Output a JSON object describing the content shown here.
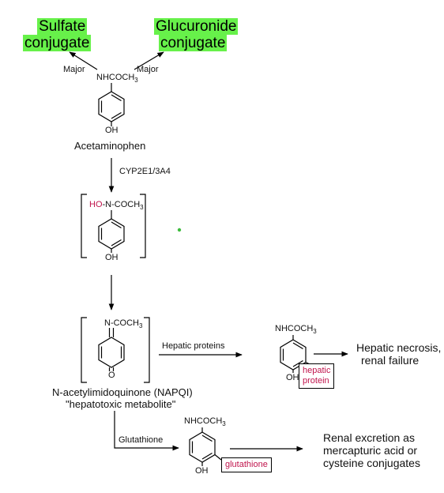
{
  "conjugates": {
    "sulfate": [
      "Sulfate",
      "conjugate"
    ],
    "glucuronide": [
      "Glucuronide",
      "conjugate"
    ]
  },
  "arrows": {
    "major_left": "Major",
    "major_right": "Major"
  },
  "acetaminophen": {
    "substituent_top": "NHCOCH",
    "substituent_top_sub": "3",
    "substituent_bottom": "OH",
    "name": "Acetaminophen"
  },
  "enzyme": "CYP2E1/3A4",
  "hydroxylamine": {
    "ho": "HO",
    "rest": "-N-COCH",
    "rest_sub": "3",
    "bottom": "OH"
  },
  "napqi": {
    "top": "N-COCH",
    "top_sub": "3",
    "bottom": "O",
    "name": "N-acetylimidoquinone (NAPQI)",
    "subtitle": "\"hepatotoxic metabolite\""
  },
  "hepatic_pathway": {
    "arrow_label": "Hepatic proteins",
    "product_top": "NHCOCH",
    "product_top_sub": "3",
    "product_bottom": "OH",
    "box_label": [
      "hepatic",
      "protein"
    ],
    "outcome": [
      "Hepatic necrosis,",
      "renal failure"
    ]
  },
  "glutathione_pathway": {
    "arrow_label": "Glutathione",
    "product_top": "NHCOCH",
    "product_top_sub": "3",
    "product_bottom": "OH",
    "box_label": "glutathione",
    "outcome": [
      "Renal excretion as",
      "mercapturic acid or",
      "cysteine conjugates"
    ]
  },
  "colors": {
    "highlight": "#67f14a",
    "accent": "#c0144c",
    "dot": "#3dbb3d"
  }
}
